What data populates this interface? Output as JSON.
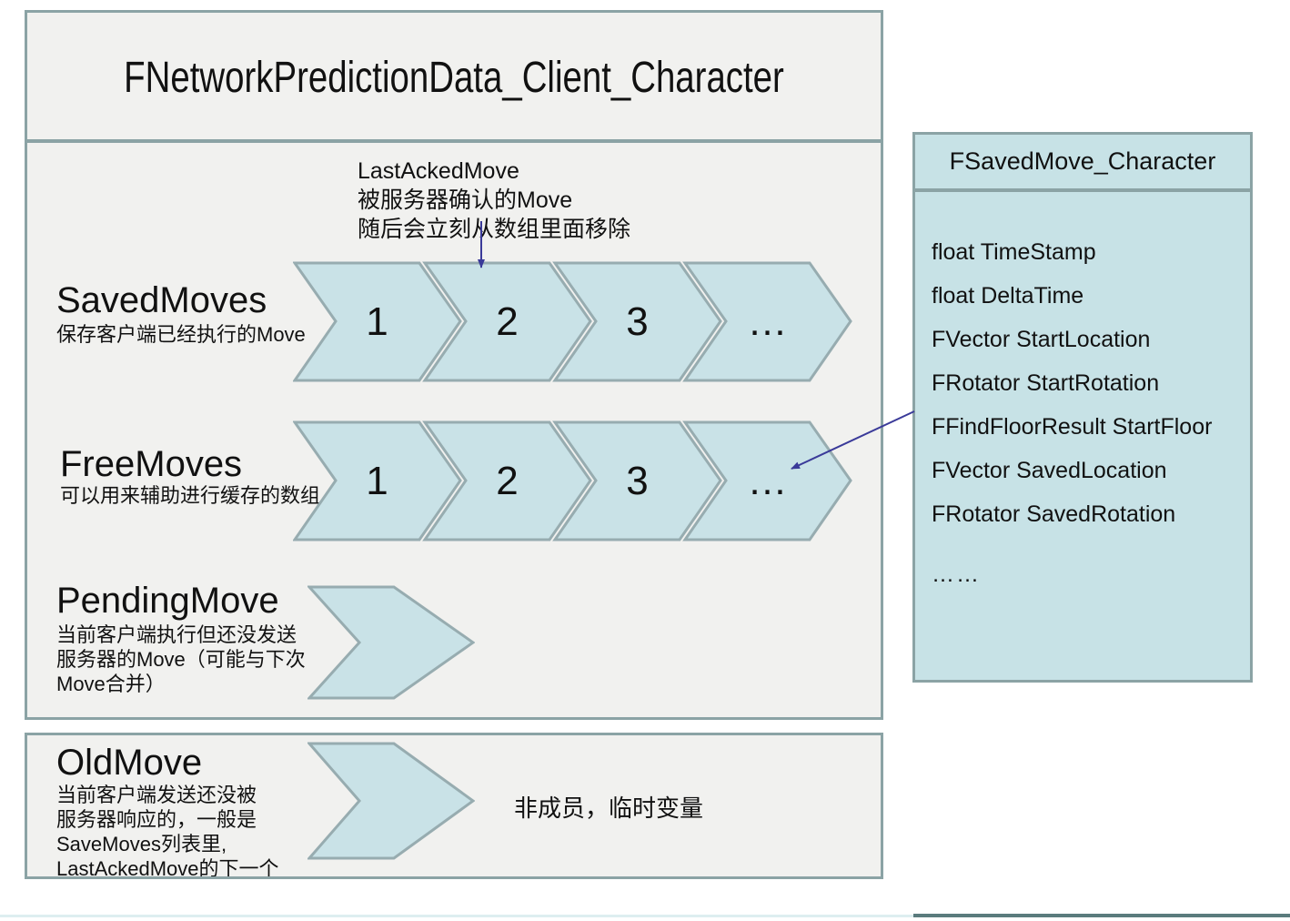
{
  "colors": {
    "box_background": "#f1f1ef",
    "box_border": "#8ba3a5",
    "chevron_fill": "#c9e2e7",
    "chevron_stroke": "#97acb0",
    "panel_background": "#c7e2e6",
    "arrow": "#3a3a99"
  },
  "title_box": {
    "title": "FNetworkPredictionData_Client_Character"
  },
  "annotation": {
    "line1": "LastAckedMove",
    "line2": "被服务器确认的Move",
    "line3": "随后会立刻从数组里面移除"
  },
  "saved_moves": {
    "label": "SavedMoves",
    "desc": "保存客户端已经执行的Move",
    "items": [
      "1",
      "2",
      "3",
      "…"
    ]
  },
  "free_moves": {
    "label": "FreeMoves",
    "desc": "可以用来辅助进行缓存的数组",
    "items": [
      "1",
      "2",
      "3",
      "…"
    ]
  },
  "pending_move": {
    "label": "PendingMove",
    "desc_line1": "当前客户端执行但还没发送",
    "desc_line2": "服务器的Move（可能与下次",
    "desc_line3": "Move合并）"
  },
  "old_move": {
    "label": "OldMove",
    "desc_line1": "当前客户端发送还没被",
    "desc_line2": "服务器响应的，一般是",
    "desc_line3": "SaveMoves列表里,",
    "desc_line4": "LastAckedMove的下一个",
    "note": "非成员，临时变量"
  },
  "side_panel": {
    "title": "FSavedMove_Character",
    "fields": [
      "float TimeStamp",
      "float DeltaTime",
      "FVector StartLocation",
      "FRotator StartRotation",
      "FFindFloorResult StartFloor",
      "FVector SavedLocation",
      "FRotator SavedRotation",
      "……"
    ]
  }
}
